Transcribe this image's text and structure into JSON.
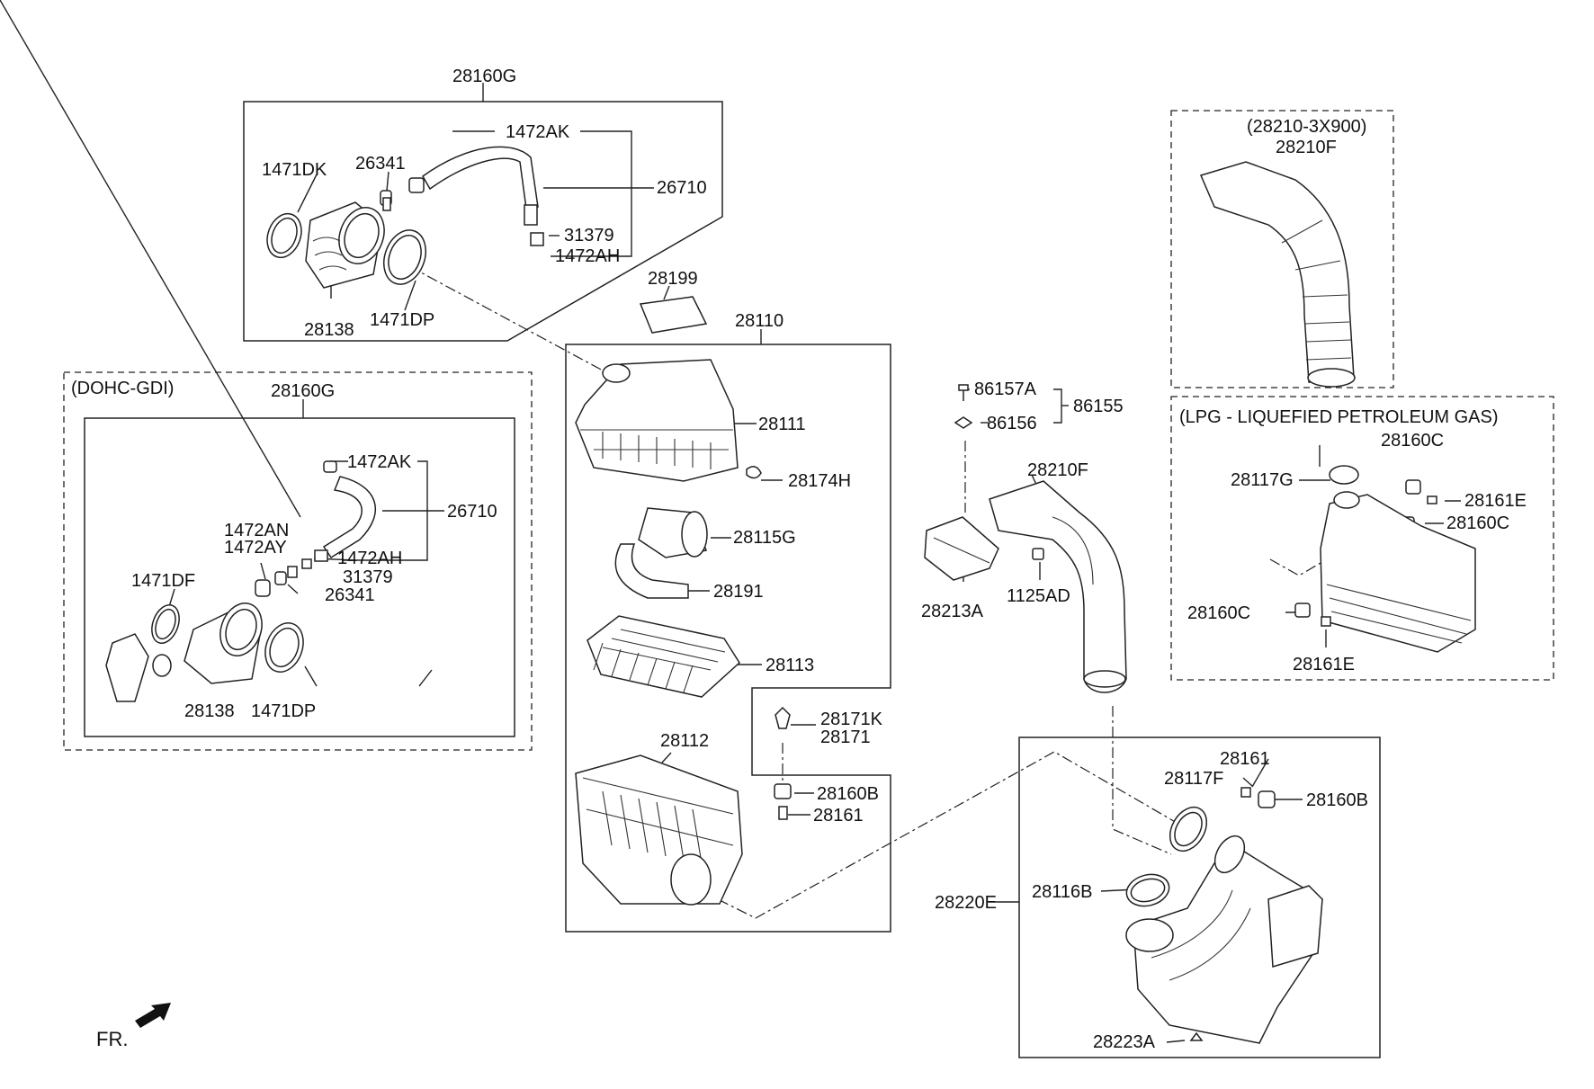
{
  "labels": {
    "l_28160G_top": "28160G",
    "l_1472AK_top": "1472AK",
    "l_1471DK": "1471DK",
    "l_26341_top": "26341",
    "l_26710_top": "26710",
    "l_31379_top": "31379",
    "l_1472AH_top": "1472AH",
    "l_28138_top": "28138",
    "l_1471DP_top": "1471DP",
    "l_28199": "28199",
    "l_28110": "28110",
    "l_dohc": "(DOHC-GDI)",
    "l_28160G_mid": "28160G",
    "l_1472AK_mid": "1472AK",
    "l_26710_mid": "26710",
    "l_1472AN": "1472AN",
    "l_1472AY": "1472AY",
    "l_1472AH_mid": "1472AH",
    "l_31379_mid": "31379",
    "l_26341_mid": "26341",
    "l_1471DF": "1471DF",
    "l_28138_mid": "28138",
    "l_1471DP_mid": "1471DP",
    "l_28111": "28111",
    "l_28174H": "28174H",
    "l_28115G": "28115G",
    "l_28191": "28191",
    "l_28113": "28113",
    "l_28171K": "28171K",
    "l_28171": "28171",
    "l_28112": "28112",
    "l_28160B_left": "28160B",
    "l_28161_left": "28161",
    "l_86157A": "86157A",
    "l_86156": "86156",
    "l_86155": "86155",
    "l_28210F_mid": "28210F",
    "l_28213A": "28213A",
    "l_1125AD": "1125AD",
    "l_28210_3X900": "(28210-3X900)",
    "l_28210F_top": "28210F",
    "l_lpg": "(LPG - LIQUEFIED PETROLEUM GAS)",
    "l_28160C_a": "28160C",
    "l_28117G": "28117G",
    "l_28161E_a": "28161E",
    "l_28160C_b": "28160C",
    "l_28160C_c": "28160C",
    "l_28161E_b": "28161E",
    "l_28161_right": "28161",
    "l_28117F": "28117F",
    "l_28160B_right": "28160B",
    "l_28220E": "28220E",
    "l_28116B": "28116B",
    "l_28223A": "28223A",
    "l_fr": "FR."
  }
}
